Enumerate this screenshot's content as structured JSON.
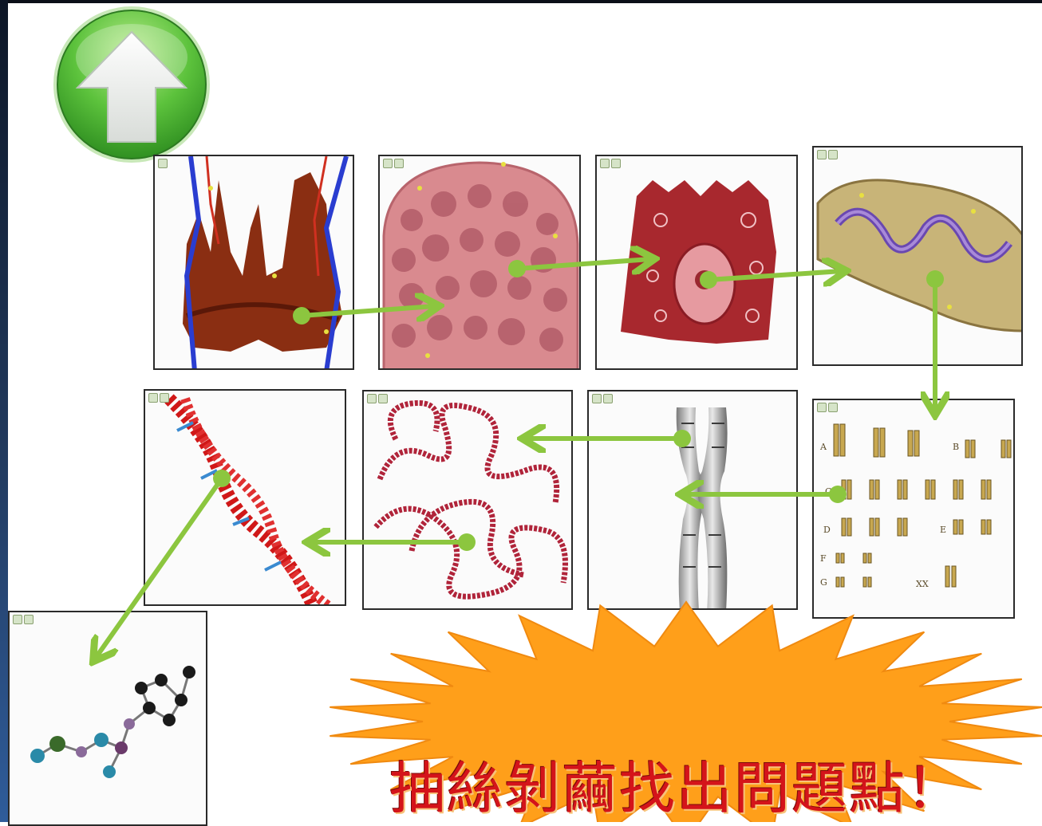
{
  "headline": "抽絲剝繭找出問題點！",
  "icons": {
    "up_button": "up-arrow-icon",
    "panel_toolbar": [
      "zoom-icon",
      "pin-icon"
    ]
  },
  "colors": {
    "arrow": "#8cc63f",
    "starburst": "#ff9f1a",
    "headline": "#d4141a",
    "up_button": "#3aa52a"
  },
  "panels": [
    {
      "id": "thyroid-gland"
    },
    {
      "id": "thyroid-follicles"
    },
    {
      "id": "follicular-cell"
    },
    {
      "id": "mitochondrion"
    },
    {
      "id": "karyotype"
    },
    {
      "id": "chromosome"
    },
    {
      "id": "chromatin"
    },
    {
      "id": "dna-helix"
    },
    {
      "id": "molecule"
    }
  ],
  "karyotype_labels": [
    "A",
    "B",
    "C",
    "D",
    "E",
    "F",
    "G",
    "XX"
  ]
}
